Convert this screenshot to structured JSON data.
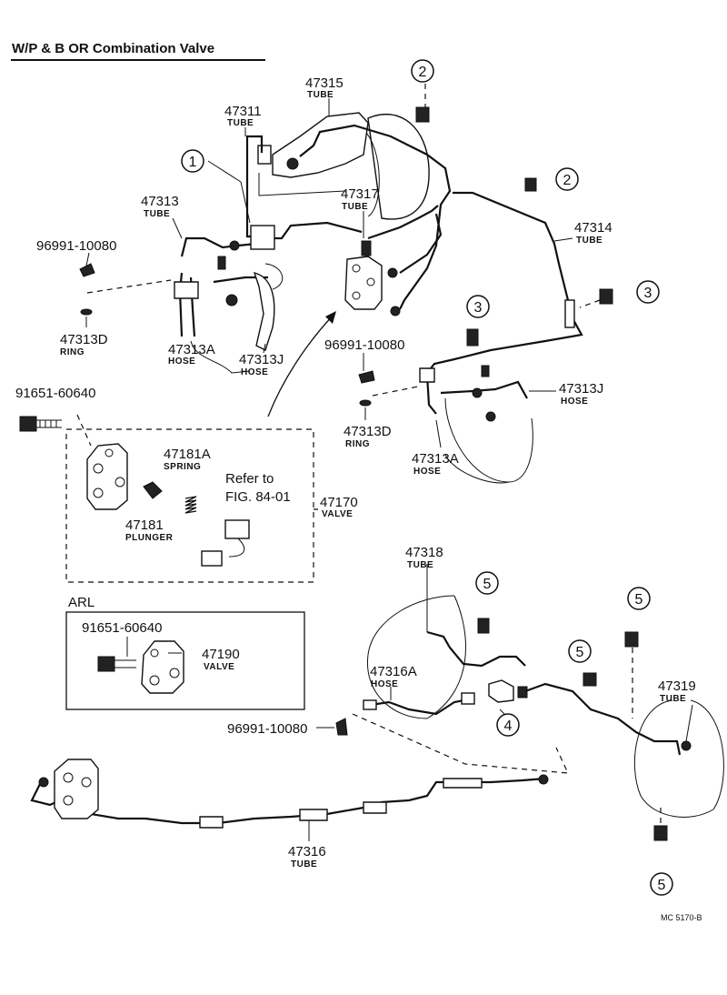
{
  "title": "W/P & B  OR Combination Valve",
  "arl_label": "ARL",
  "refer_to": "Refer to",
  "refer_fig": "FIG. 84-01",
  "footer_code": "MC  5170-B",
  "parts": {
    "p47315": {
      "num": "47315",
      "desc": "TUBE"
    },
    "p47311": {
      "num": "47311",
      "desc": "TUBE"
    },
    "p47313": {
      "num": "47313",
      "desc": "TUBE"
    },
    "p47317": {
      "num": "47317",
      "desc": "TUBE"
    },
    "p47314": {
      "num": "47314",
      "desc": "TUBE"
    },
    "p96991a": {
      "num": "96991-10080"
    },
    "p47313d_a": {
      "num": "47313D",
      "desc": "RING"
    },
    "p47313a_a": {
      "num": "47313A",
      "desc": "HOSE"
    },
    "p47313j_a": {
      "num": "47313J",
      "desc": "HOSE"
    },
    "p96991b": {
      "num": "96991-10080"
    },
    "p47313j_b": {
      "num": "47313J",
      "desc": "HOSE"
    },
    "p47313d_b": {
      "num": "47313D",
      "desc": "RING"
    },
    "p47313a_b": {
      "num": "47313A",
      "desc": "HOSE"
    },
    "p91651a": {
      "num": "91651-60640"
    },
    "p47181a": {
      "num": "47181A",
      "desc": "SPRING"
    },
    "p47181": {
      "num": "47181",
      "desc": "PLUNGER"
    },
    "p47170": {
      "num": "47170",
      "desc": "VALVE"
    },
    "p47318": {
      "num": "47318",
      "desc": "TUBE"
    },
    "p91651b": {
      "num": "91651-60640"
    },
    "p47190": {
      "num": "47190",
      "desc": "VALVE"
    },
    "p47316a": {
      "num": "47316A",
      "desc": "HOSE"
    },
    "p47319": {
      "num": "47319",
      "desc": "TUBE"
    },
    "p96991c": {
      "num": "96991-10080"
    },
    "p47316": {
      "num": "47316",
      "desc": "TUBE"
    }
  },
  "callouts": {
    "c1": "1",
    "c2a": "2",
    "c2b": "2",
    "c3a": "3",
    "c3b": "3",
    "c4": "4",
    "c5a": "5",
    "c5b": "5",
    "c5c": "5",
    "c5d": "5"
  }
}
